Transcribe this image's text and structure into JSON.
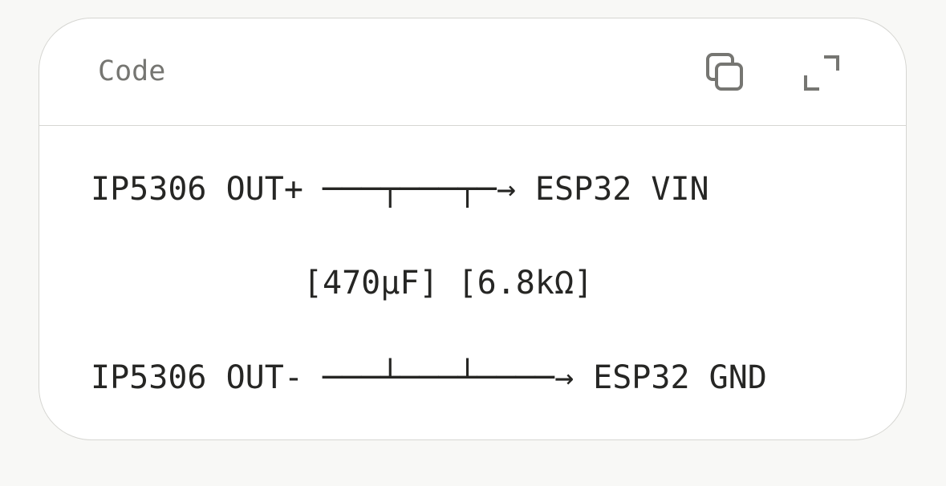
{
  "code_block": {
    "language": "Code",
    "copy_icon": "copy-icon",
    "expand_icon": "expand-icon",
    "lines": [
      "IP5306 OUT+ ───┬───┬──→ ESP32 VIN",
      "               │   │",
      "            [470µF] [6.8kΩ]",
      "               │   │",
      "IP5306 OUT- ───┴───┴──────→ ESP32 GND"
    ],
    "rows": {
      "top": "IP5306 OUT+ ───┬───┬─→ ESP32 VIN",
      "middle": "           [470µF] [6.8kΩ]",
      "bottom": "IP5306 OUT- ───┴───┴────→ ESP32 GND"
    }
  },
  "colors": {
    "page_background": "#f8f8f6",
    "card_background": "#ffffff",
    "border": "#d6d6d2",
    "muted_text": "#767672",
    "code_text": "#262624"
  }
}
